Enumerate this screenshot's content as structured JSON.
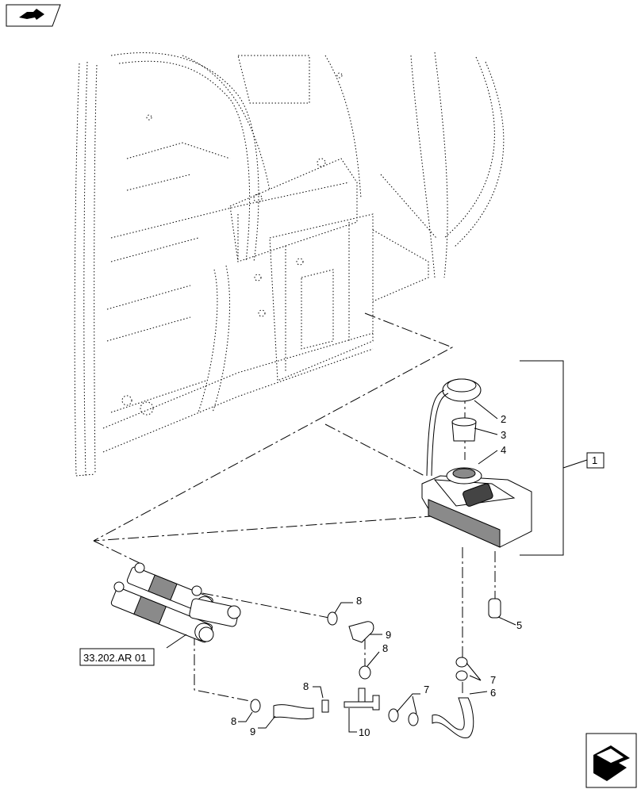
{
  "callouts": [
    {
      "id": "2",
      "text": "2"
    },
    {
      "id": "3",
      "text": "3"
    },
    {
      "id": "4",
      "text": "4"
    },
    {
      "id": "1",
      "text": "1"
    },
    {
      "id": "5",
      "text": "5"
    },
    {
      "id": "6",
      "text": "6"
    },
    {
      "id": "7a",
      "text": "7"
    },
    {
      "id": "7b",
      "text": "7"
    },
    {
      "id": "8a",
      "text": "8"
    },
    {
      "id": "8b",
      "text": "8"
    },
    {
      "id": "8c",
      "text": "8"
    },
    {
      "id": "8d",
      "text": "8"
    },
    {
      "id": "9a",
      "text": "9"
    },
    {
      "id": "9b",
      "text": "9"
    },
    {
      "id": "10",
      "text": "10"
    }
  ],
  "reference_box": {
    "text": "33.202.AR 01"
  },
  "icons": {
    "top_left": "book-page-arrow-icon",
    "bottom_right": "next-page-arrow-icon"
  }
}
